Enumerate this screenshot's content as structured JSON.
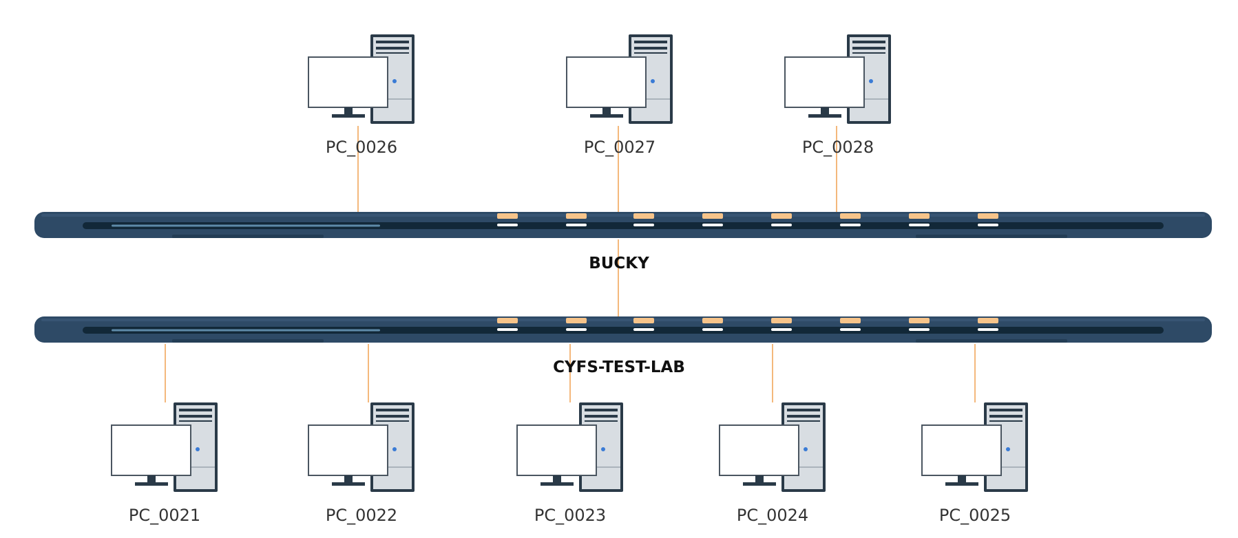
{
  "switches": [
    {
      "id": "bucky",
      "label": "BUCKY"
    },
    {
      "id": "cyfs",
      "label": "CYFS-TEST-LAB"
    }
  ],
  "computers_top": [
    {
      "label": "PC_0026",
      "icon": "desktop-computer-icon"
    },
    {
      "label": "PC_0027",
      "icon": "desktop-computer-icon"
    },
    {
      "label": "PC_0028",
      "icon": "desktop-computer-icon"
    }
  ],
  "computers_bottom": [
    {
      "label": "PC_0021",
      "icon": "desktop-computer-icon"
    },
    {
      "label": "PC_0022",
      "icon": "desktop-computer-icon"
    },
    {
      "label": "PC_0023",
      "icon": "desktop-computer-icon"
    },
    {
      "label": "PC_0024",
      "icon": "desktop-computer-icon"
    },
    {
      "label": "PC_0025",
      "icon": "desktop-computer-icon"
    }
  ],
  "colors": {
    "link": "#f0a050",
    "switch_body": "#2e4a66",
    "switch_slot": "#122838",
    "port_led": "#f7c48a",
    "monitor_border": "#4a5560",
    "tower": "#d8dde2",
    "tower_dark": "#2a3a48",
    "power_led": "#3a7bd5"
  }
}
